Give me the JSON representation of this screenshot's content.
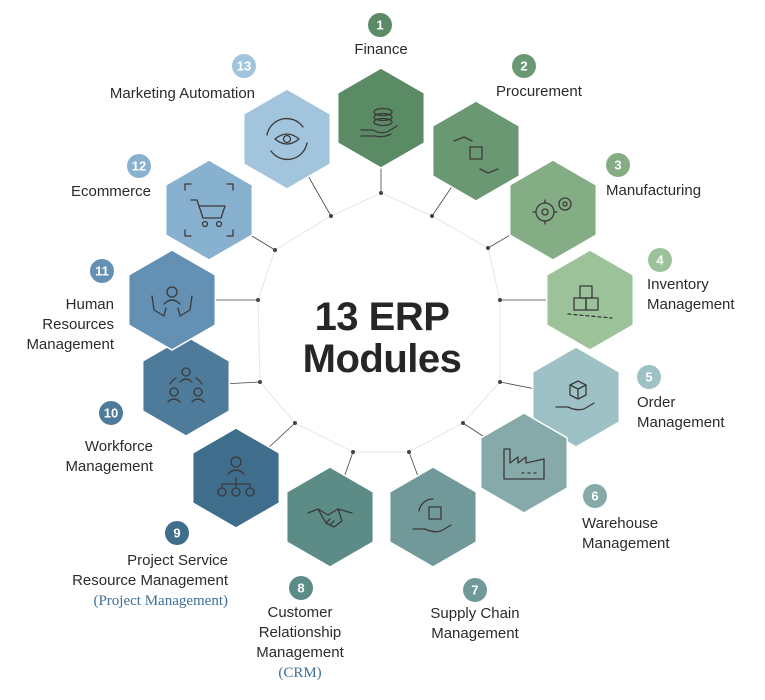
{
  "title": {
    "line1": "13 ERP",
    "line2": "Modules"
  },
  "modules": [
    {
      "number": "1",
      "lines": [
        "Finance"
      ],
      "color": "#5a8b65",
      "icon": "coins-hand-icon"
    },
    {
      "number": "2",
      "lines": [
        "Procurement"
      ],
      "color": "#6a9872",
      "icon": "handoff-box-icon"
    },
    {
      "number": "3",
      "lines": [
        "Manufacturing"
      ],
      "color": "#84ad86",
      "icon": "gears-icon"
    },
    {
      "number": "4",
      "lines": [
        "Inventory",
        "Management"
      ],
      "color": "#9cc29a",
      "icon": "boxes-icon"
    },
    {
      "number": "5",
      "lines": [
        "Order",
        "Management"
      ],
      "color": "#9dc1c4",
      "icon": "box-hand-icon"
    },
    {
      "number": "6",
      "lines": [
        "Warehouse",
        "Management"
      ],
      "color": "#86aaa9",
      "icon": "factory-icon"
    },
    {
      "number": "7",
      "lines": [
        "Supply Chain",
        "Management"
      ],
      "color": "#72999a",
      "icon": "cycle-box-hand-icon"
    },
    {
      "number": "8",
      "lines": [
        "Customer",
        "Relationship",
        "Management"
      ],
      "sub": "(CRM)",
      "color": "#5d8b86",
      "icon": "handshake-icon"
    },
    {
      "number": "9",
      "lines": [
        "Project Service",
        "Resource Management"
      ],
      "sub": "(Project Management)",
      "color": "#3f6d8c",
      "icon": "org-chart-icon"
    },
    {
      "number": "10",
      "lines": [
        "Workforce",
        "Management"
      ],
      "color": "#4e7b99",
      "icon": "team-cycle-icon"
    },
    {
      "number": "11",
      "lines": [
        "Human",
        "Resources",
        "Management"
      ],
      "color": "#6390b3",
      "icon": "person-hands-icon"
    },
    {
      "number": "12",
      "lines": [
        "Ecommerce"
      ],
      "color": "#88b0cf",
      "icon": "cart-icon"
    },
    {
      "number": "13",
      "lines": [
        "Marketing Automation"
      ],
      "color": "#a3c4dd",
      "icon": "eye-cycle-icon"
    }
  ],
  "colors": {
    "badge_text": "#ffffff",
    "connector": "#444444",
    "ring": "#e6e6e6",
    "icon_stroke": "#3a3a3a"
  }
}
